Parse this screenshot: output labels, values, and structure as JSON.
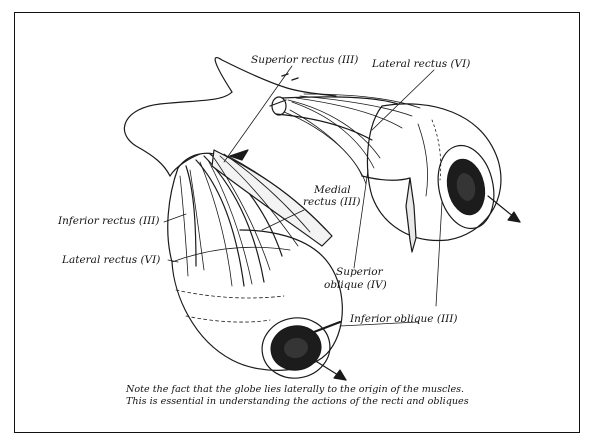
{
  "diagram": {
    "labels": {
      "superior_rectus": "Superior rectus (III)",
      "lateral_rectus_right": "Lateral rectus (VI)",
      "medial_rectus_line1": "Medial",
      "medial_rectus_line2": "rectus (III)",
      "inferior_rectus": "Inferior rectus (III)",
      "lateral_rectus_left": "Lateral rectus (VI)",
      "superior_oblique_line1": "Superior",
      "superior_oblique_line2": "oblique (IV)",
      "inferior_oblique": "Inferior oblique (III)"
    },
    "caption": {
      "line1": "Note the fact that the globe lies laterally to the origin of the muscles.",
      "line2": "This is essential in understanding the actions of the recti and obliques"
    }
  }
}
